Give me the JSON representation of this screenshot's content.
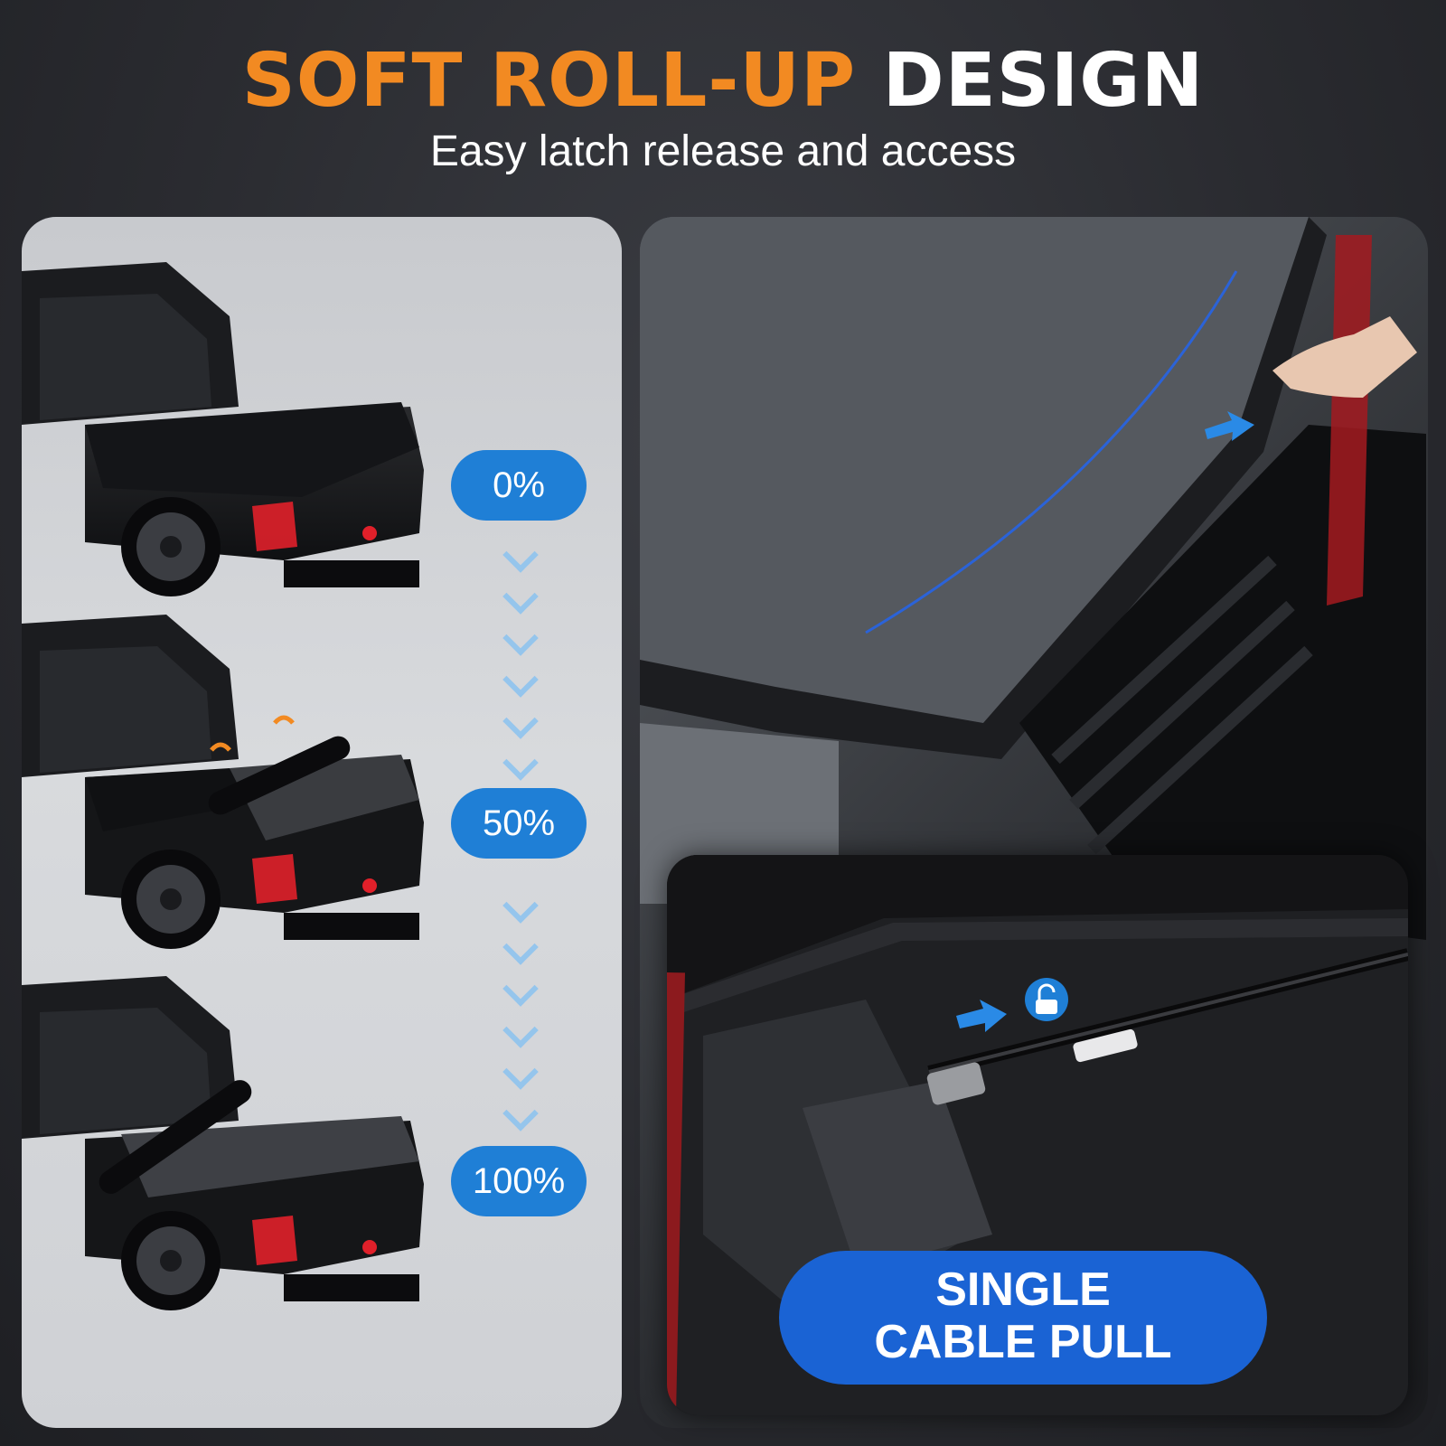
{
  "header": {
    "title_accent": "SOFT ROLL-UP",
    "title_plain": "DESIGN",
    "subtitle": "Easy latch release and access"
  },
  "progress": {
    "stages": [
      {
        "label": "0%",
        "open_fraction": 0.0
      },
      {
        "label": "50%",
        "open_fraction": 0.5
      },
      {
        "label": "100%",
        "open_fraction": 1.0
      }
    ]
  },
  "feature": {
    "line1": "SINGLE",
    "line2": "CABLE PULL"
  },
  "colors": {
    "accent_orange": "#f28a22",
    "badge_blue": "#1f7fd6",
    "pill_blue": "#1a63d4",
    "taillight_red": "#e0202a"
  },
  "icons": {
    "unlock": "unlock-icon",
    "arrow": "arrow-right-icon",
    "chevron": "chevron-down-icon"
  }
}
